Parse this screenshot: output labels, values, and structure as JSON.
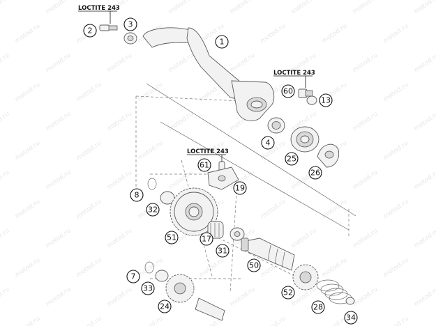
{
  "watermark": "motod.ru",
  "loctite_labels": [
    "LOCTITE 243",
    "LOCTITE 243",
    "LOCTITE 243"
  ],
  "callouts": [
    "1",
    "2",
    "3",
    "60",
    "13",
    "4",
    "25",
    "26",
    "61",
    "19",
    "8",
    "32",
    "51",
    "17",
    "31",
    "50",
    "7",
    "33",
    "24",
    "52",
    "28",
    "34"
  ]
}
